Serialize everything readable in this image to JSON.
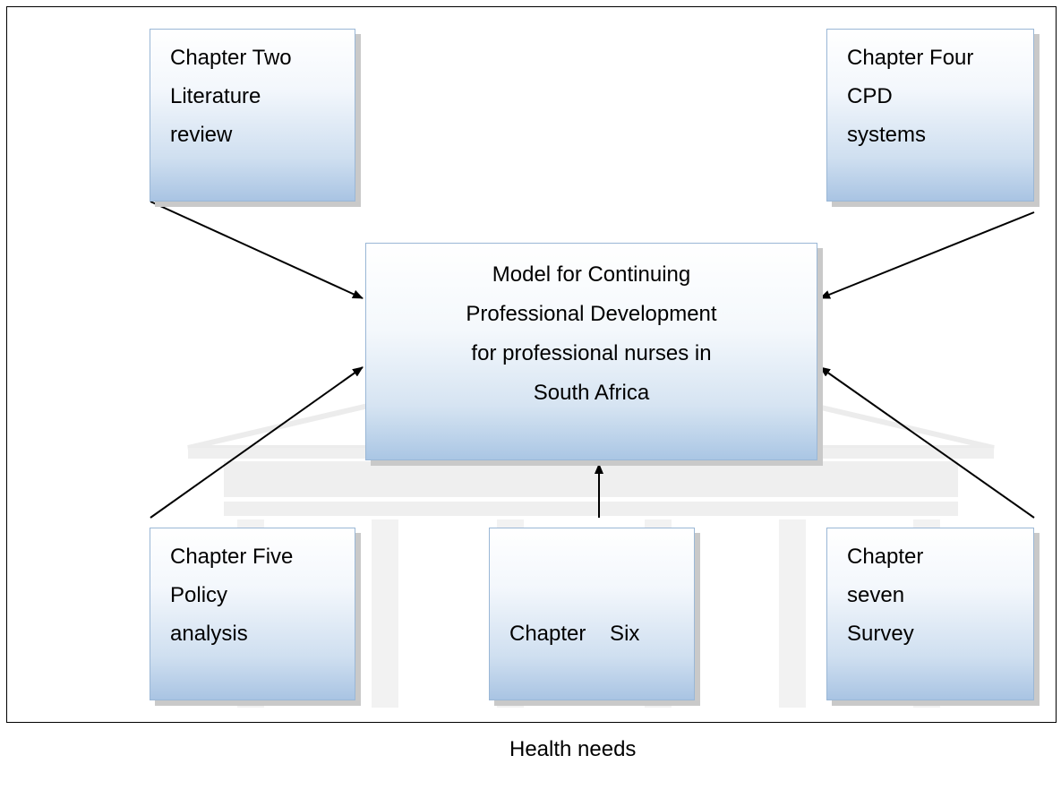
{
  "diagram": {
    "center": {
      "lines": [
        "Model for Continuing",
        "Professional Development",
        "for professional nurses in",
        "South Africa"
      ]
    },
    "chapter_two": {
      "lines": [
        "Chapter Two",
        "Literature",
        "review"
      ]
    },
    "chapter_four": {
      "lines": [
        "Chapter Four",
        "CPD",
        "systems"
      ]
    },
    "chapter_five": {
      "lines": [
        "Chapter Five",
        "Policy",
        "analysis"
      ]
    },
    "chapter_six": {
      "lines": [
        "Chapter    Six",
        "Health needs"
      ]
    },
    "chapter_seven": {
      "lines": [
        "Chapter",
        "seven",
        "Survey"
      ]
    }
  }
}
